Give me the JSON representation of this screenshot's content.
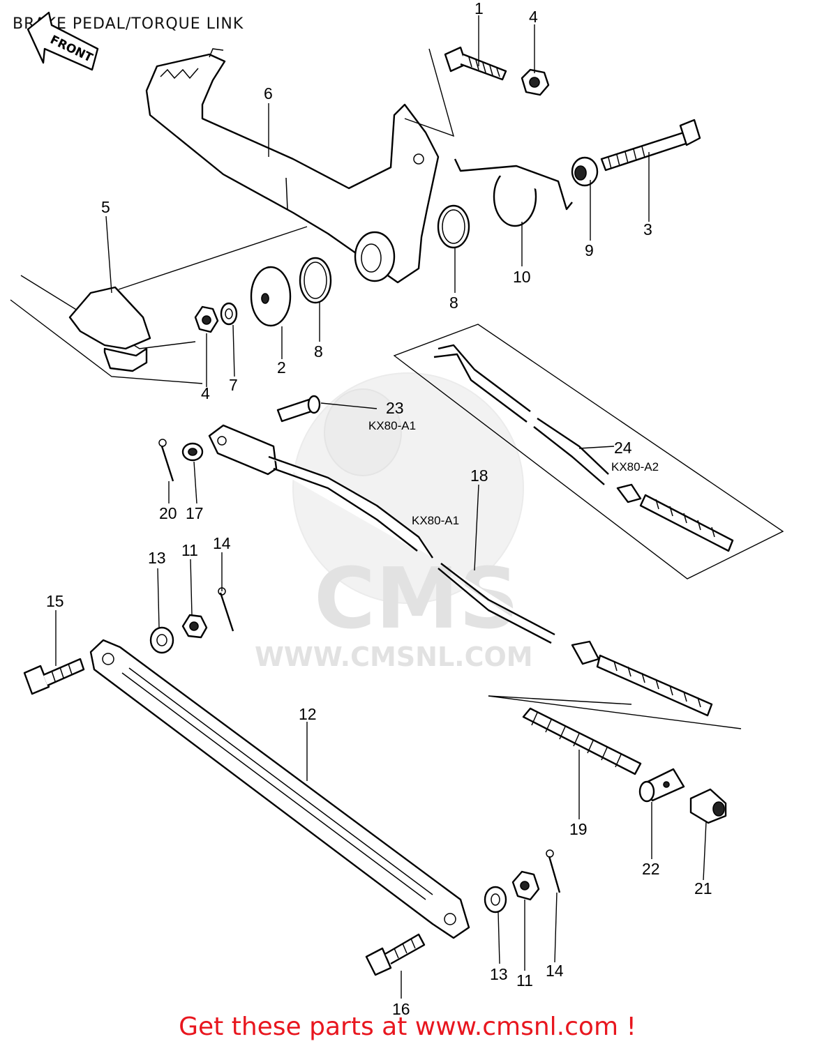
{
  "title": "BRAKE PEDAL/TORQUE LINK",
  "front_arrow": "FRONT",
  "watermark": {
    "brand": "CMS",
    "url": "WWW.CMSNL.COM"
  },
  "callouts": [
    {
      "id": "c1",
      "text": "1"
    },
    {
      "id": "c4a",
      "text": "4"
    },
    {
      "id": "c6",
      "text": "6"
    },
    {
      "id": "c3",
      "text": "3"
    },
    {
      "id": "c9",
      "text": "9"
    },
    {
      "id": "c10",
      "text": "10"
    },
    {
      "id": "c8a",
      "text": "8"
    },
    {
      "id": "c5",
      "text": "5"
    },
    {
      "id": "c8b",
      "text": "8"
    },
    {
      "id": "c2",
      "text": "2"
    },
    {
      "id": "c7",
      "text": "7"
    },
    {
      "id": "c4b",
      "text": "4"
    },
    {
      "id": "c23",
      "text": "23"
    },
    {
      "id": "c24",
      "text": "24"
    },
    {
      "id": "c20",
      "text": "20"
    },
    {
      "id": "c17",
      "text": "17"
    },
    {
      "id": "c18",
      "text": "18"
    },
    {
      "id": "c13a",
      "text": "13"
    },
    {
      "id": "c11a",
      "text": "11"
    },
    {
      "id": "c14a",
      "text": "14"
    },
    {
      "id": "c15",
      "text": "15"
    },
    {
      "id": "c12",
      "text": "12"
    },
    {
      "id": "c19",
      "text": "19"
    },
    {
      "id": "c22",
      "text": "22"
    },
    {
      "id": "c21",
      "text": "21"
    },
    {
      "id": "c13b",
      "text": "13"
    },
    {
      "id": "c11b",
      "text": "11"
    },
    {
      "id": "c14b",
      "text": "14"
    },
    {
      "id": "c16",
      "text": "16"
    }
  ],
  "variants": {
    "kx80_a1_rod": "KX80-A1",
    "kx80_a2_rod": "KX80-A2",
    "kx80_a1_cable": "KX80-A1"
  },
  "footer": "Get these parts at www.cmsnl.com !"
}
